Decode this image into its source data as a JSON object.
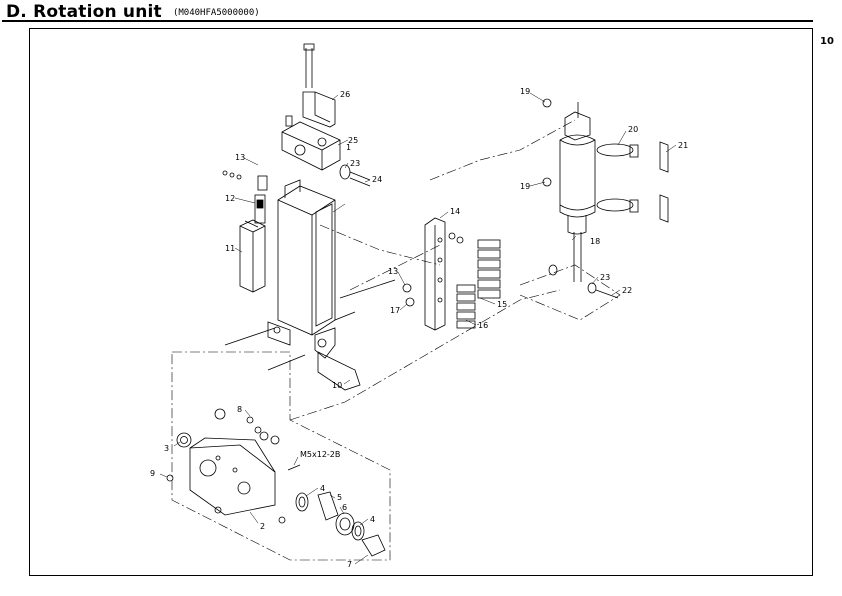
{
  "header": {
    "title": "D. Rotation unit",
    "code": "(M040HFA5000000)",
    "page_number": "10"
  },
  "callouts": [
    "1",
    "2",
    "3",
    "4",
    "4",
    "5",
    "6",
    "7",
    "8",
    "9",
    "10",
    "11",
    "12",
    "13",
    "13",
    "14",
    "15",
    "16",
    "17",
    "18",
    "19",
    "19",
    "20",
    "21",
    "22",
    "23",
    "23",
    "24",
    "25",
    "26",
    "M5x12-2B"
  ]
}
